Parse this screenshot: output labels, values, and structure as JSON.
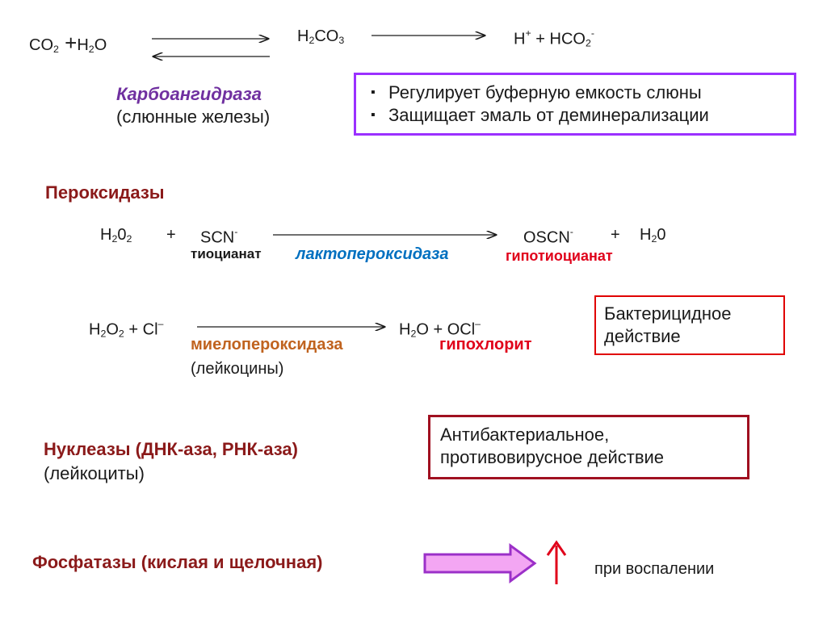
{
  "carbonic": {
    "reactant_co2": "CO",
    "co2_sub": "2",
    "plus": " +",
    "h2o_h": "H",
    "h2o_sub": "2",
    "h2o_o": "O",
    "h2co3_h": "H",
    "h2co3_sub1": "2",
    "h2co3_co": "CO",
    "h2co3_sub2": "3",
    "h_plus": "H",
    "h_plus_sup": "+",
    "plus2": " + HCO",
    "hco2_sub": "2",
    "hco2_sup": "-",
    "enzyme_name": "Карбоангидраза",
    "enzyme_source": "(слюнные железы)"
  },
  "carbonic_box": {
    "items": [
      "Регулирует буферную емкость слюны",
      "Защищает эмаль от деминерализации"
    ],
    "bullet": "▪"
  },
  "peroxidases": {
    "heading": "Пероксидазы",
    "r1_h": "H",
    "r1_sub1": "2",
    "r1_zero": "0",
    "r1_sub2": "2",
    "r1_plus": "+",
    "r1_scn": "SCN",
    "r1_scn_sup": "-",
    "r1_scn_name": "тиоцианат",
    "r1_enzyme": "лактопероксидаза",
    "r1_oscn": "OSCN",
    "r1_oscn_sup": "-",
    "r1_plus2": "+",
    "r1_h_sub": "2",
    "r1_h_zero": "0",
    "r1_product_name": "гипотиоцианат",
    "r2_left_h": "H",
    "r2_left_sub1": "2",
    "r2_left_o": "O",
    "r2_left_sub2": "2",
    "r2_left_rest": " + Cl",
    "r2_left_sup": "–",
    "r2_right_h": "H",
    "r2_right_sub": "2",
    "r2_right_rest": "O + OCl",
    "r2_right_sup": "–",
    "r2_enzyme": "миелопероксидаза",
    "r2_enzyme_source": "(лейкоцины)",
    "r2_product_name": "гипохлорит"
  },
  "bactericidal_box": {
    "line1": "Бактерицидное",
    "line2": "действие"
  },
  "nucleases": {
    "heading": "Нуклеазы (ДНК-аза, РНК-аза)",
    "source": "(лейкоциты)"
  },
  "antibacterial_box": {
    "line1": "Антибактериальное,",
    "line2": "противовирусное действие"
  },
  "phosphatases": {
    "heading": "Фосфатазы (кислая и щелочная)",
    "note": "при воспалении"
  },
  "colors": {
    "dark_red": "#8b1a1a",
    "red": "#e0001a",
    "purple": "#7030a0",
    "blue": "#0070c0",
    "orange": "#c0631f",
    "pink_fill": "#f3a6f3",
    "box_purple": "#9b30ff",
    "box_red": "#e00000",
    "box_dark_red": "#a01020"
  }
}
